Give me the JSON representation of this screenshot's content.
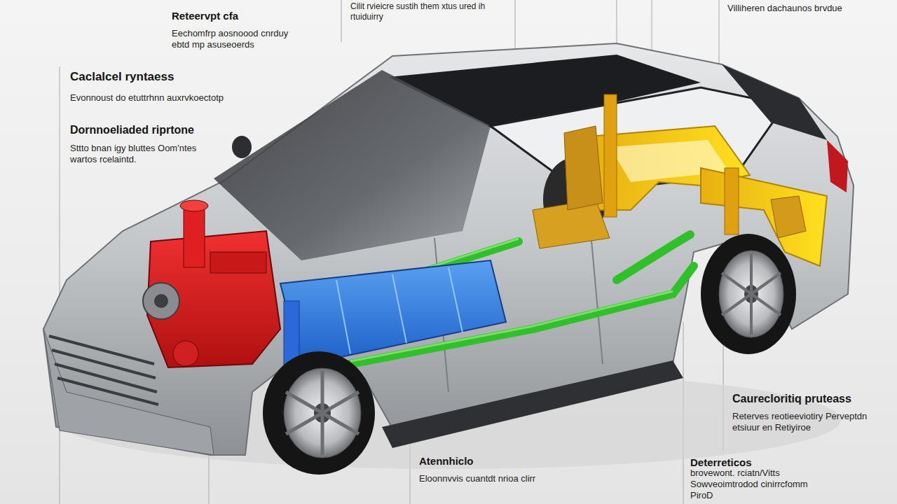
{
  "diagram": {
    "labels": [
      "Reteervpt cfa",
      "Eechomfrp aosnoood cnrduy ebtd mp asuseoerds",
      "Cilit rvieicre sustih them xtus ured ih rtuiduirry",
      "Villiheren dachaunos brvdue",
      "Caclalcel ryntaess",
      "Evonnoust do etuttrhnn auxrvkoectotp",
      "Dornnoeliaded riprtone",
      "Sttto bnan igy bluttes Oom'ntes wartos rcelaintd.",
      "Caurecloritiq pruteass",
      "Reterves reotieeviotiry Perveptdn etsiuur en Retiyiroe",
      "Atennhiclo",
      "Eloonnvvis cuantdt nrioa clirr",
      "Deterreticos",
      "brovewont. rciatn/Vitts Sowveoimtrodod cinirrcfomm PiroD"
    ]
  }
}
